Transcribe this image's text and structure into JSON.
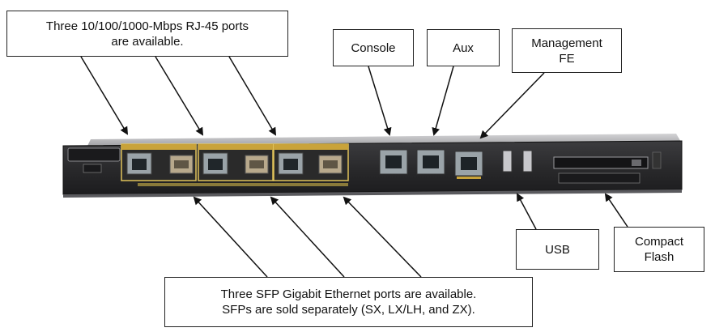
{
  "callouts": {
    "rj45_line1": "Three 10/100/1000-Mbps RJ-45 ports",
    "rj45_line2": "are available.",
    "console": "Console",
    "aux": "Aux",
    "mgmt_line1": "Management",
    "mgmt_line2": "FE",
    "usb": "USB",
    "cf_line1": "Compact",
    "cf_line2": "Flash",
    "sfp_line1": "Three SFP Gigabit Ethernet ports are available.",
    "sfp_line2": "SFPs are sold separately (SX, LX/LH, and ZX)."
  },
  "colors": {
    "panel": "#2b2b2d",
    "panel_edge": "#a9a9ab",
    "port_group": "#c9a33a",
    "port_group_border": "#e0c25a",
    "rj45_port": "#9aa3a8",
    "sfp_cage": "#b8a98c",
    "arrow": "#111111"
  },
  "device": {
    "port_groups": 3,
    "rj45_ports": 3,
    "sfp_ports": 3,
    "console_ports": 1,
    "aux_ports": 1,
    "mgmt_ports": 1,
    "usb_ports": 2,
    "compact_flash_slots": 1
  }
}
